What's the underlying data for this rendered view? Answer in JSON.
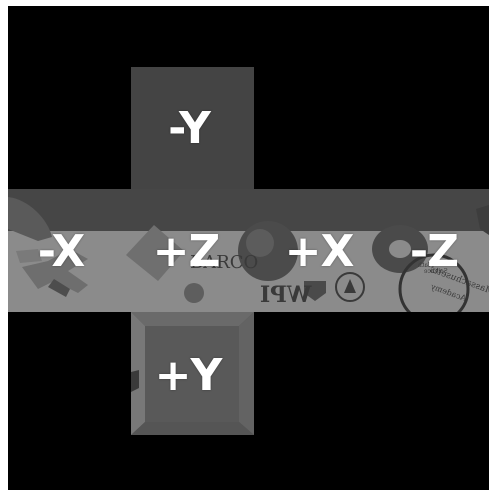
{
  "cubemap": {
    "faces": [
      {
        "id": "neg-y",
        "label": "-Y"
      },
      {
        "id": "neg-x",
        "label": "-X"
      },
      {
        "id": "pos-z",
        "label": "+Z"
      },
      {
        "id": "pos-x",
        "label": "+X"
      },
      {
        "id": "neg-z",
        "label": "-Z"
      },
      {
        "id": "pos-y",
        "label": "+Y"
      }
    ],
    "colors": {
      "background": "#000000",
      "top_face": "#444444",
      "upper_band": "#454545",
      "lower_band": "#8c8c8c",
      "bottom_face": "#5a5a5a",
      "label": "#ffffff"
    },
    "logos": {
      "barco": "BARCO",
      "wpi": "WPI",
      "massachusetts": "Massachusetts",
      "academy": "Academy",
      "math": "Math",
      "science": "Science"
    }
  }
}
